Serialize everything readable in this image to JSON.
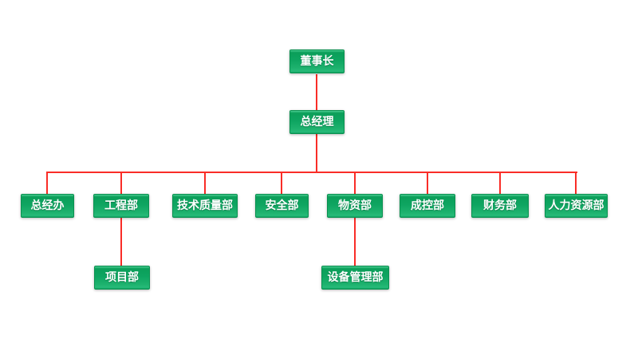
{
  "chart_title": "",
  "colors": {
    "background": "#ffffff",
    "box_green_highlight": "#4acd92",
    "box_green_dark": "#0b9e59",
    "box_green_mid": "#0ea561",
    "box_green_low": "#1db16d",
    "box_green_bottom": "#27bb79",
    "box_border": "#0a9150",
    "connector_red": "#f92d27",
    "text": "#ffffff"
  },
  "nodes": {
    "chairman": {
      "label": "董事长"
    },
    "general_manager": {
      "label": "总经理",
      "parent": "董事长"
    },
    "departments": [
      {
        "label": "总经办",
        "parent": "总经理"
      },
      {
        "label": "工程部",
        "parent": "总经理"
      },
      {
        "label": "技术质量部",
        "parent": "总经理"
      },
      {
        "label": "安全部",
        "parent": "总经理"
      },
      {
        "label": "物资部",
        "parent": "总经理"
      },
      {
        "label": "成控部",
        "parent": "总经理"
      },
      {
        "label": "财务部",
        "parent": "总经理"
      },
      {
        "label": "人力资源部",
        "parent": "总经理"
      }
    ],
    "sub_departments": [
      {
        "label": "项目部",
        "parent": "工程部"
      },
      {
        "label": "设备管理部",
        "parent": "物资部"
      }
    ]
  }
}
